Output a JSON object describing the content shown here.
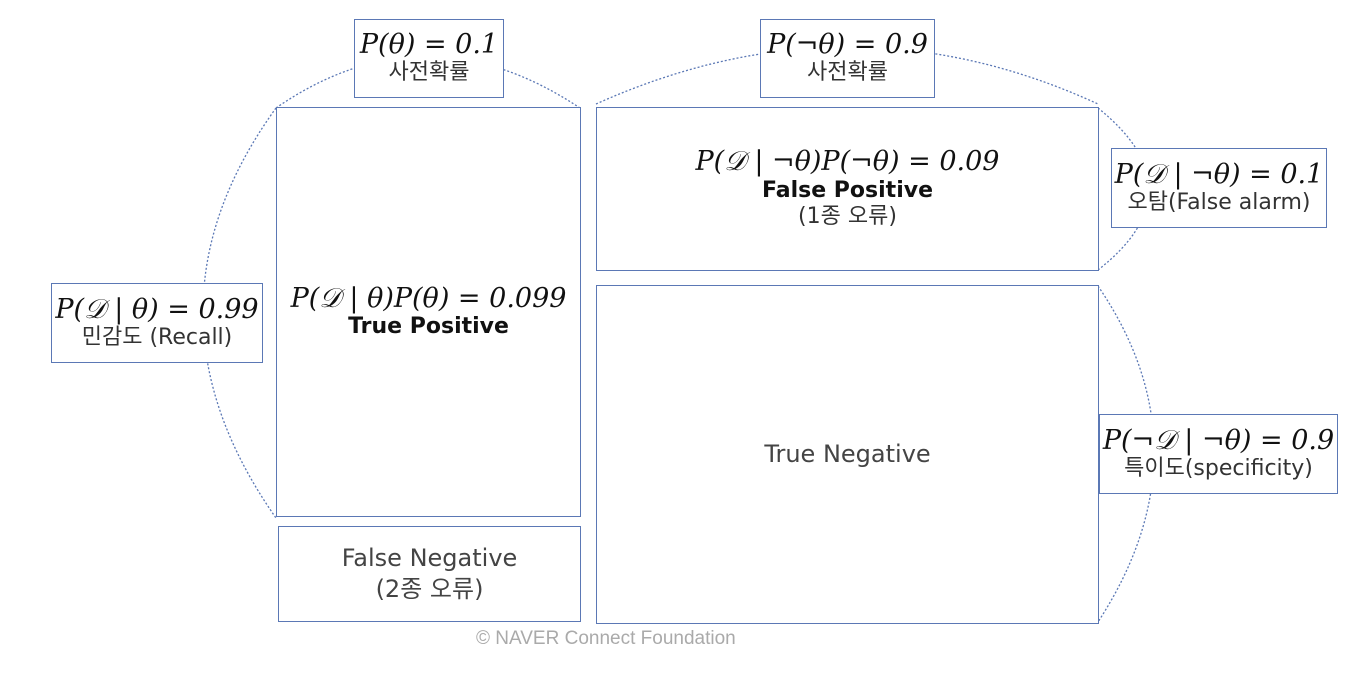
{
  "prior_theta": {
    "formula": "P(θ) = 0.1",
    "label": "사전확률"
  },
  "prior_not_theta": {
    "formula": "P(¬θ) = 0.9",
    "label": "사전확률"
  },
  "true_positive": {
    "formula": "P(𝒟 | θ)P(θ) = 0.099",
    "label": "True Positive"
  },
  "false_positive": {
    "formula": "P(𝒟 | ¬θ)P(¬θ) = 0.09",
    "label": "False Positive",
    "note": "(1종 오류)"
  },
  "false_negative": {
    "label": "False Negative",
    "note": "(2종 오류)"
  },
  "true_negative": {
    "label": "True Negative"
  },
  "recall": {
    "formula": "P(𝒟 | θ) = 0.99",
    "label": "민감도 (Recall)"
  },
  "false_alarm": {
    "formula": "P(𝒟 | ¬θ) = 0.1",
    "label": "오탐(False alarm)"
  },
  "specificity": {
    "formula": "P(¬𝒟 | ¬θ) = 0.9",
    "label": "특이도(specificity)"
  },
  "footer": "©  NAVER Connect Foundation",
  "colors": {
    "border": "#5b78b5",
    "text": "#222222",
    "footer": "#aaaaaa"
  }
}
